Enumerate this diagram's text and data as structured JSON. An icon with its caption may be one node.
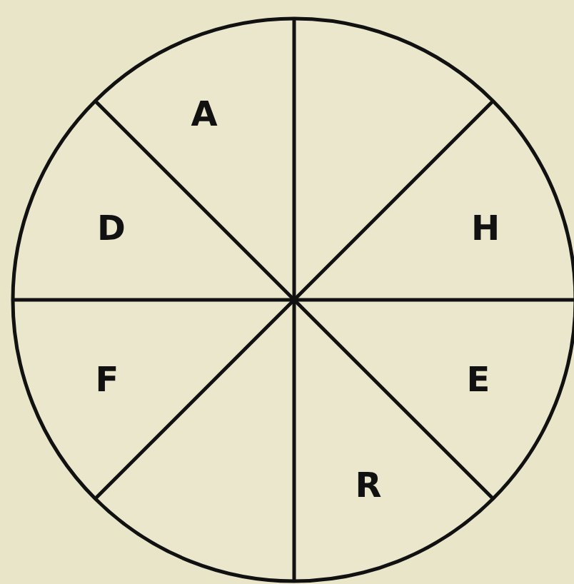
{
  "diagram": {
    "labels": [
      "A",
      "D",
      "H",
      "F",
      "E",
      "R"
    ]
  }
}
